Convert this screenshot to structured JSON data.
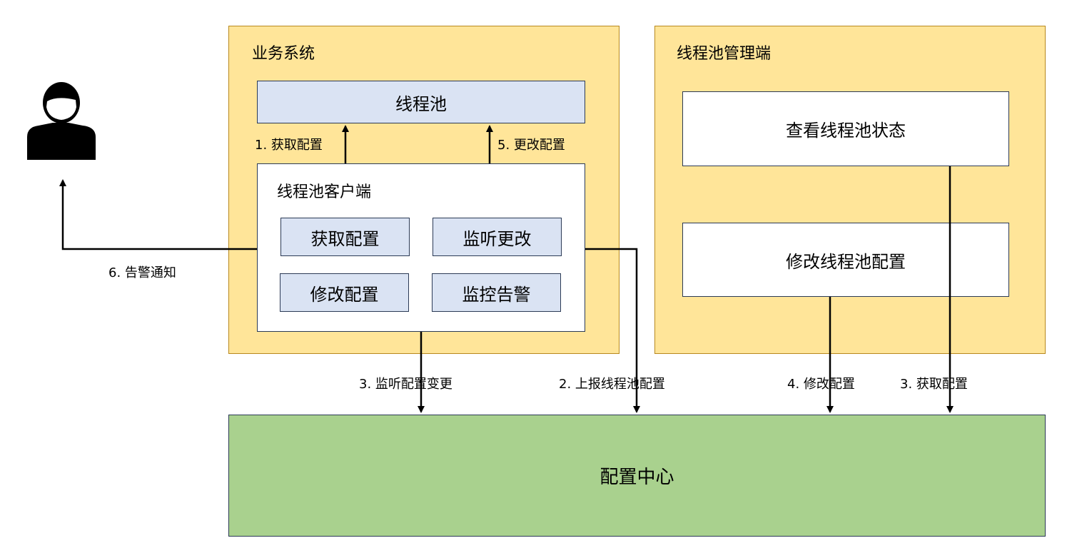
{
  "nodes": {
    "business_system": "业务系统",
    "thread_pool": "线程池",
    "thread_pool_client": "线程池客户端",
    "fetch_config": "获取配置",
    "listen_change": "监听更改",
    "modify_config": "修改配置",
    "monitor_alert": "监控告警",
    "admin_panel": "线程池管理端",
    "view_status": "查看线程池状态",
    "modify_pool_config": "修改线程池配置",
    "config_center": "配置中心"
  },
  "edges": {
    "e1": "1. 获取配置",
    "e5": "5. 更改配置",
    "e6": "6. 告警通知",
    "e3_listen": "3. 监听配置变更",
    "e2": "2. 上报线程池配置",
    "e4": "4. 修改配置",
    "e3_fetch": "3. 获取配置"
  },
  "colors": {
    "panel_fill": "#ffe599",
    "panel_border": "#b8891f",
    "thread_pool_fill": "#dae3f3",
    "config_center_fill": "#a9d18e",
    "box_border": "#2b3a55",
    "arrow": "#000000"
  },
  "icons": {
    "user": "user-icon"
  }
}
